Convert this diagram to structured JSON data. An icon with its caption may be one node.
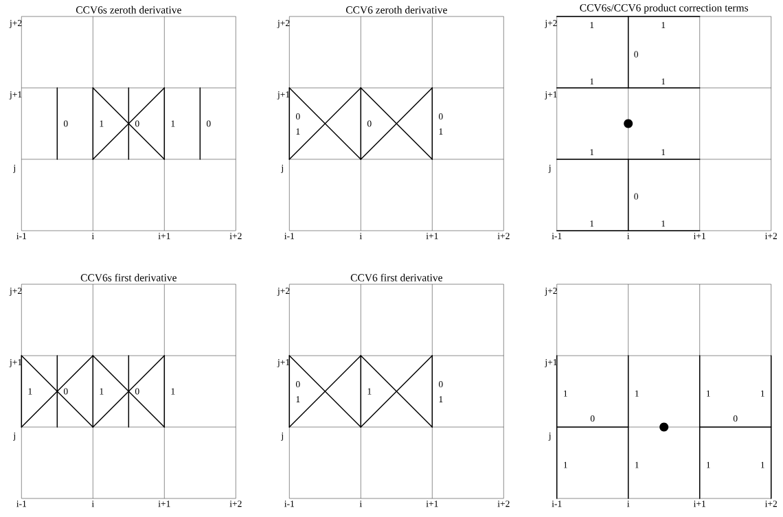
{
  "diagram": {
    "labels": [
      "CCV6s zeroth derivative",
      "j+2",
      "j+1",
      "j",
      "i-1",
      "i",
      "i+1",
      "i+2",
      "0",
      "1",
      "0",
      "1",
      "0",
      "CCV6 zeroth derivative",
      "j+2",
      "j+1",
      "j",
      "i-1",
      "i",
      "i+1",
      "i+2",
      "0",
      "1",
      "0",
      "0",
      "1",
      "CCV6s/CCV6 product correction terms",
      "j+2",
      "j+1",
      "j",
      "i-1",
      "i",
      "i+1",
      "i+2",
      "1",
      "1",
      "0",
      "1",
      "1",
      "1",
      "1",
      "0",
      "1",
      "1",
      "CCV6s first derivative",
      "j+2",
      "j+1",
      "j",
      "i-1",
      "i",
      "i+1",
      "i+2",
      "1",
      "0",
      "1",
      "0",
      "1",
      "CCV6 first derivative",
      "j+2",
      "j+1",
      "j",
      "i-1",
      "i",
      "i+1",
      "i+2",
      "0",
      "1",
      "1",
      "0",
      "1",
      "j+2",
      "j+1",
      "j",
      "i-1",
      "i",
      "i+1",
      "i+2",
      "1",
      "1",
      "1",
      "1",
      "0",
      "0",
      "1",
      "1",
      "1",
      "1"
    ]
  }
}
